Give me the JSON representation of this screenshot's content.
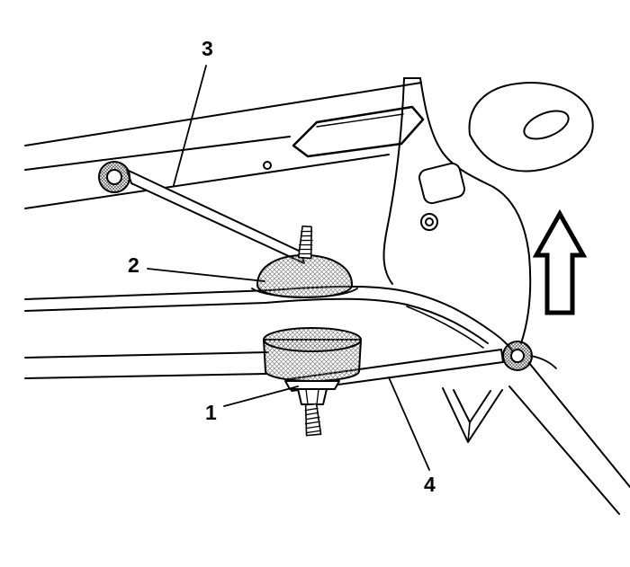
{
  "figure": {
    "background_color": "#ffffff",
    "line_color": "#000000",
    "hatch_color": "#777777",
    "knurl_color": "#333333"
  },
  "callouts": [
    {
      "label": "1"
    },
    {
      "label": "2"
    },
    {
      "label": "3"
    },
    {
      "label": "4"
    }
  ],
  "icons": {
    "direction_arrow": "up-arrow"
  }
}
